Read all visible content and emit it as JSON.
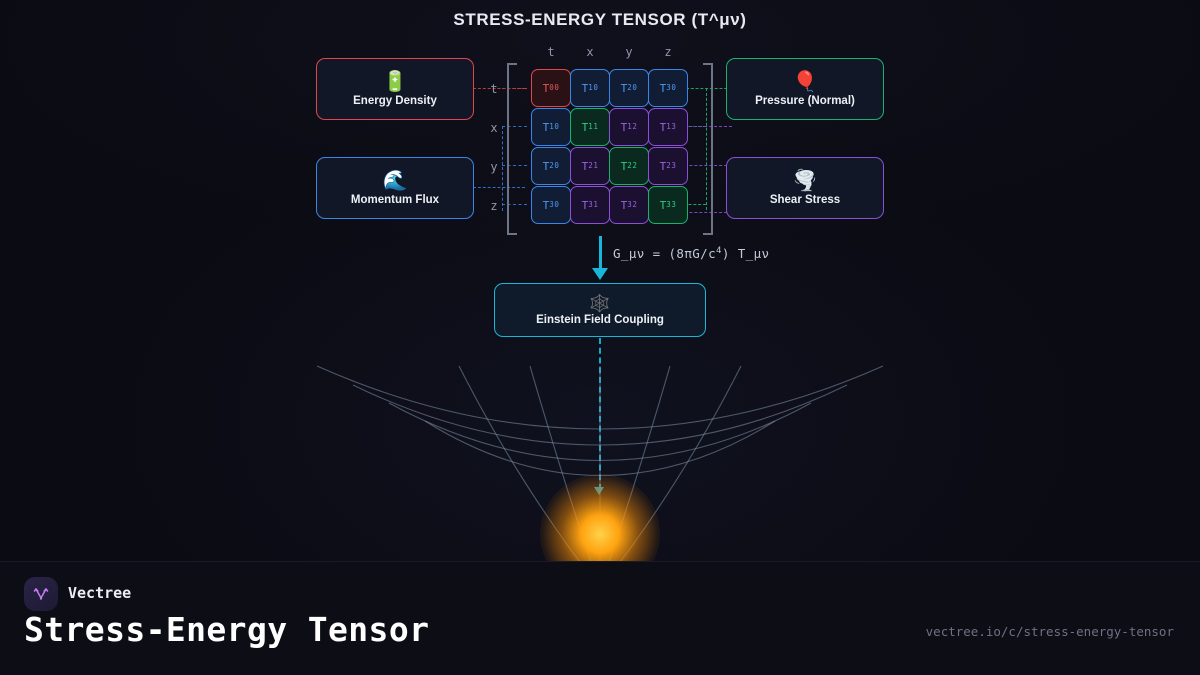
{
  "title": "STRESS-ENERGY TENSOR (T^μν)",
  "matrix": {
    "col_headers": [
      "t",
      "x",
      "y",
      "z"
    ],
    "row_headers": [
      "t",
      "x",
      "y",
      "z"
    ],
    "cells": [
      [
        {
          "base": "T",
          "sup": "0",
          "sub": "0",
          "kind": "energy"
        },
        {
          "base": "T",
          "sup": "1",
          "sub": "0",
          "kind": "blue"
        },
        {
          "base": "T",
          "sup": "2",
          "sub": "0",
          "kind": "blue"
        },
        {
          "base": "T",
          "sup": "3",
          "sub": "0",
          "kind": "blue"
        }
      ],
      [
        {
          "base": "T",
          "sup": "1",
          "sub": "0",
          "kind": "blue"
        },
        {
          "base": "T",
          "sup": "1",
          "sub": "1",
          "kind": "green"
        },
        {
          "base": "T",
          "sup": "1",
          "sub": "2",
          "kind": "purple"
        },
        {
          "base": "T",
          "sup": "1",
          "sub": "3",
          "kind": "purple"
        }
      ],
      [
        {
          "base": "T",
          "sup": "2",
          "sub": "0",
          "kind": "blue"
        },
        {
          "base": "T",
          "sup": "2",
          "sub": "1",
          "kind": "purple"
        },
        {
          "base": "T",
          "sup": "2",
          "sub": "2",
          "kind": "green"
        },
        {
          "base": "T",
          "sup": "2",
          "sub": "3",
          "kind": "purple"
        }
      ],
      [
        {
          "base": "T",
          "sup": "3",
          "sub": "0",
          "kind": "blue"
        },
        {
          "base": "T",
          "sup": "3",
          "sub": "1",
          "kind": "purple"
        },
        {
          "base": "T",
          "sup": "3",
          "sub": "2",
          "kind": "purple"
        },
        {
          "base": "T",
          "sup": "3",
          "sub": "3",
          "kind": "green"
        }
      ]
    ]
  },
  "side_boxes": {
    "energy_density": {
      "label": "Energy Density",
      "emoji": "🔋",
      "color": "#e0464a"
    },
    "momentum_flux": {
      "label": "Momentum Flux",
      "emoji": "🌊",
      "color": "#3a86e8"
    },
    "pressure_normal": {
      "label": "Pressure (Normal)",
      "emoji": "🎈",
      "color": "#18b36b"
    },
    "shear_stress": {
      "label": "Shear Stress",
      "emoji": "🌪️",
      "color": "#8b4fd8"
    }
  },
  "equation": {
    "text": "G_μν = (8πG/c",
    "sup": "4",
    "tail": ") T_μν"
  },
  "einstein": {
    "label": "Einstein Field Coupling",
    "emoji": "🕸️",
    "color": "#18b6d8"
  },
  "footer": {
    "brand": "Vectree",
    "headline": "Stress-Energy Tensor",
    "url": "vectree.io/c/stress-energy-tensor"
  }
}
